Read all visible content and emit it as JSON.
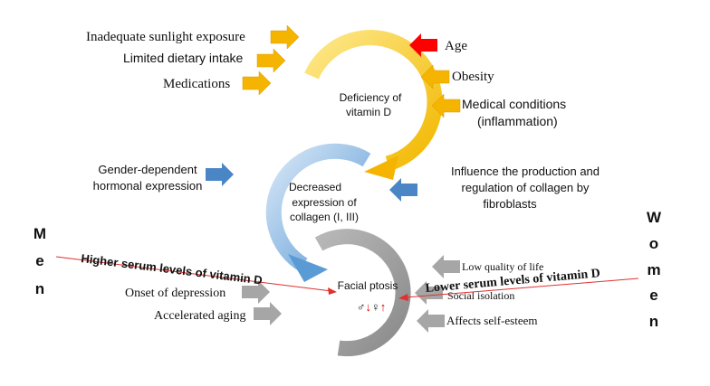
{
  "colors": {
    "yellow": "#f7c600",
    "yellow_light": "#fde88a",
    "blue": "#5b9bd5",
    "blue_light": "#bdd7ee",
    "gray": "#8c8c8c",
    "gray_light": "#c8c8c8",
    "orange_arrow": "#f5b400",
    "red_arrow": "#ff0000",
    "blue_arrow": "#4a86c5",
    "gray_arrow": "#a6a6a6",
    "red_text": "#e00000",
    "red_line": "#e03030"
  },
  "top_cycle": {
    "center": [
      "Deficiency of",
      "vitamin D"
    ],
    "left_factors": [
      "Inadequate sunlight exposure",
      "Limited dietary  intake",
      "Medications"
    ],
    "right_factors": [
      "Age",
      "Obesity",
      "Medical conditions",
      "(inflammation)"
    ]
  },
  "middle_cycle": {
    "center": [
      "Decreased",
      "expression of",
      "collagen (I, III)"
    ],
    "left_text": [
      "Gender-dependent",
      "hormonal expression"
    ],
    "right_text": [
      "Influence the production and",
      "regulation of collagen by",
      "fibroblasts"
    ]
  },
  "bottom_cycle": {
    "center": "Facial ptosis",
    "symbols": "♂↓♀↑",
    "left_factors": [
      "Onset of depression",
      "Accelerated aging"
    ],
    "right_factors": [
      "Low quality of life",
      "Social isolation",
      "Affects self-esteem"
    ]
  },
  "men": {
    "letters": [
      "M",
      "e",
      "n"
    ],
    "statement": "Higher serum levels of vitamin D"
  },
  "women": {
    "letters": [
      "W",
      "o",
      "m",
      "e",
      "n"
    ],
    "statement": "Lower  serum levels of vitamin D"
  }
}
